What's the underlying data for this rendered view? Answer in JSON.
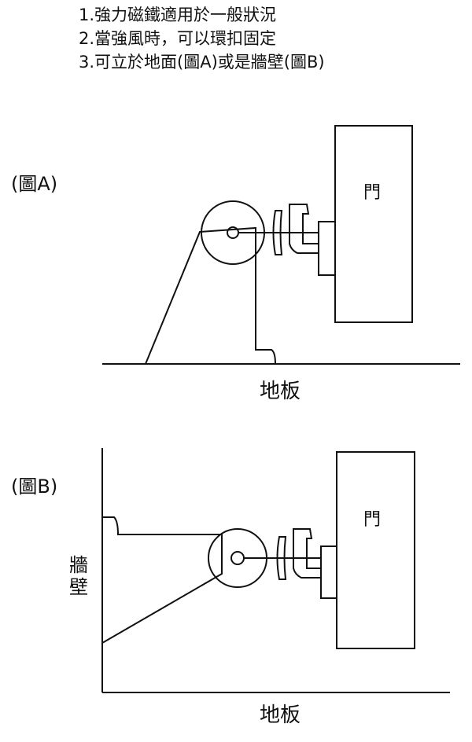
{
  "notes": [
    "1.強力磁鐵適用於一般狀況",
    "2.當強風時，可以環扣固定",
    "3.可立於地面(圖A)或是牆壁(圖B)"
  ],
  "figure_a": {
    "caption": "(圖A)",
    "door_label": "門",
    "floor_label": "地板"
  },
  "figure_b": {
    "caption": "(圖B)",
    "door_label": "門",
    "wall_label": "牆壁",
    "floor_label": "地板"
  }
}
